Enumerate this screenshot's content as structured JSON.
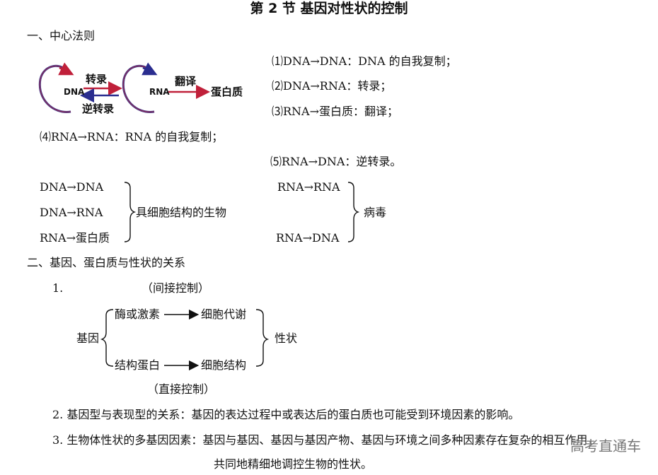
{
  "title": "第 2 节  基因对性状的控制",
  "section1": {
    "heading": "一、中心法则",
    "diagram": {
      "dna": "DNA",
      "rna": "RNA",
      "transcription": "转录",
      "reverse_transcription": "逆转录",
      "translation": "翻译",
      "protein": "蛋白质"
    },
    "flows": [
      "⑴DNA→DNA：DNA 的自我复制；",
      "⑵DNA→RNA：转录；",
      "⑶RNA→蛋白质：翻译；",
      "⑷RNA→RNA：RNA 的自我复制；",
      "⑸RNA→DNA：逆转录。"
    ],
    "cellular": {
      "items": [
        "DNA→DNA",
        "DNA→RNA",
        "RNA→蛋白质"
      ],
      "label": "具细胞结构的生物"
    },
    "virus": {
      "items": [
        "RNA→RNA",
        "RNA→DNA"
      ],
      "label": "病毒"
    }
  },
  "section2": {
    "heading": "二、基因、蛋白质与性状的关系",
    "item1_number": "1.",
    "indirect": "（间接控制）",
    "gene": "基因",
    "enzyme": "酶或激素",
    "metabolism": "细胞代谢",
    "struct_protein": "结构蛋白",
    "cell_structure": "细胞结构",
    "trait": "性状",
    "direct": "（直接控制）",
    "item2": "2. 基因型与表现型的关系：基因的表达过程中或表达后的蛋白质也可能受到环境因素的影响。",
    "item3_line1": "3. 生物体性状的多基因因素：基因与基因、基因与基因产物、基因与环境之间多种因素存在复杂的相互作用，",
    "item3_line2": "共同地精细地调控生物的性状。"
  },
  "watermark": "高考直通车"
}
